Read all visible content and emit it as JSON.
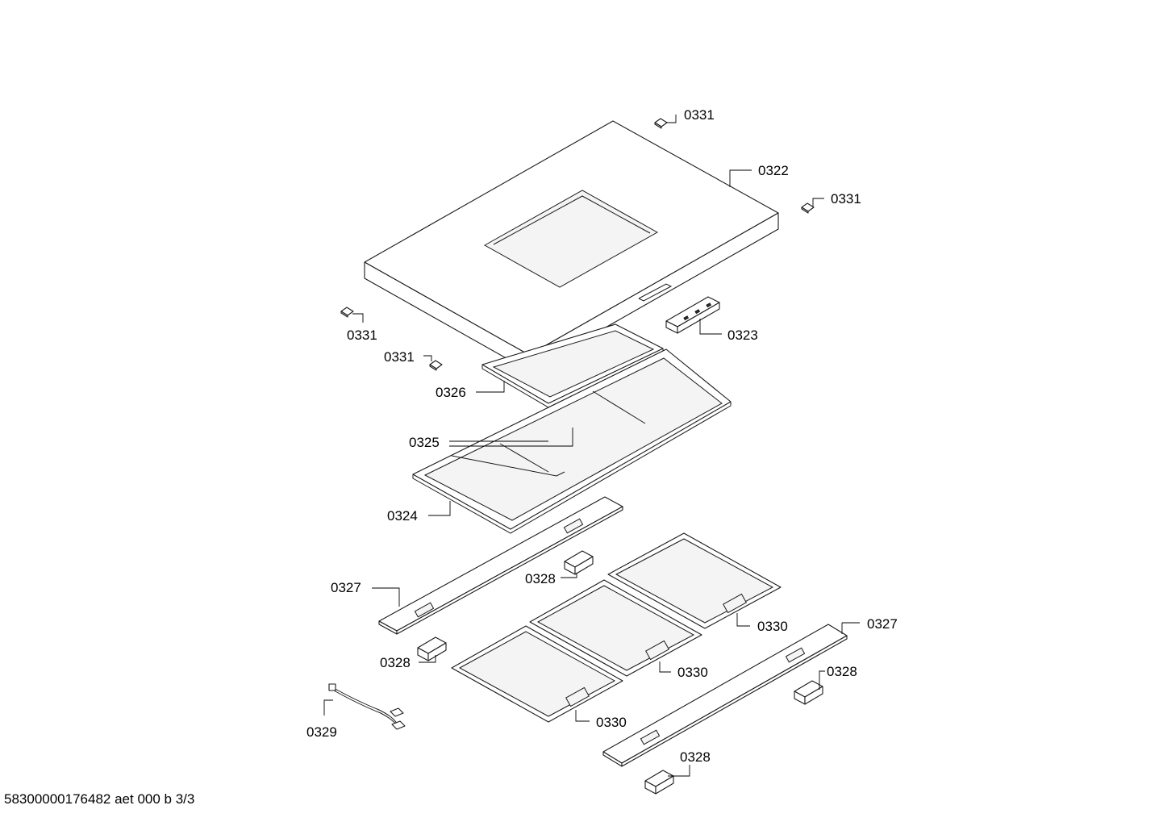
{
  "document": {
    "footer_text": "58300000176482 aet 000 b 3/3"
  },
  "callouts": {
    "c0331_top": "0331",
    "c0322": "0322",
    "c0331_right": "0331",
    "c0331_left": "0331",
    "c0323": "0323",
    "c0331_mid": "0331",
    "c0326": "0326",
    "c0325": "0325",
    "c0324": "0324",
    "c0327_left": "0327",
    "c0328_a": "0328",
    "c0330_a": "0330",
    "c0327_right": "0327",
    "c0328_b": "0328",
    "c0330_b": "0330",
    "c0328_c": "0328",
    "c0329": "0329",
    "c0330_c": "0330",
    "c0328_d": "0328"
  }
}
